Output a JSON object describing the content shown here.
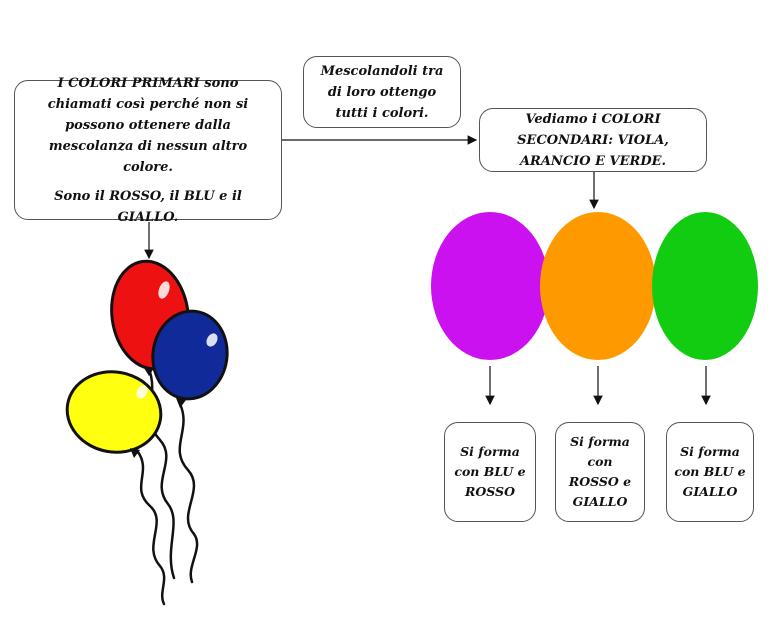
{
  "primary_box": {
    "text": "I COLORI PRIMARI sono chiamati così perché non si  possono ottenere dalla mescolanza di nessun altro colore.",
    "text2": "Sono il ROSSO, il BLU e il GIALLO."
  },
  "mixing_box": {
    "text": "Mescolandoli tra di loro ottengo tutti i colori."
  },
  "secondary_box": {
    "text": "Vediamo i COLORI SECONDARI: VIOLA, ARANCIO E VERDE."
  },
  "balloons": {
    "colors": [
      "#ee1111",
      "#112a99",
      "#ffff10"
    ]
  },
  "secondary_colors": {
    "items": [
      {
        "color": "#cc11f0",
        "explanation": "Si forma con BLU e ROSSO"
      },
      {
        "color": "#ff9900",
        "explanation": "Si forma con ROSSO e GIALLO"
      },
      {
        "color": "#11cc11",
        "explanation": "Si forma con BLU e GIALLO"
      }
    ]
  }
}
